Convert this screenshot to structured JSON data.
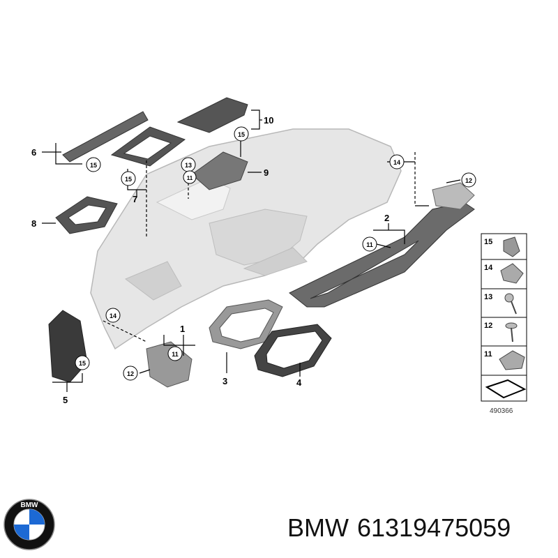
{
  "diagram": {
    "callouts": [
      "1",
      "2",
      "3",
      "4",
      "5",
      "6",
      "7",
      "8",
      "9",
      "10",
      "11",
      "12",
      "13",
      "14",
      "15"
    ],
    "legend": {
      "items": [
        "15",
        "14",
        "13",
        "12",
        "11"
      ],
      "diagram_id": "490366"
    }
  },
  "brand": {
    "name": "BMW",
    "part_number": "61319475059",
    "logo_letters": "BMW",
    "colors": {
      "blue": "#1c69d4",
      "black": "#111111",
      "white": "#ffffff"
    }
  }
}
